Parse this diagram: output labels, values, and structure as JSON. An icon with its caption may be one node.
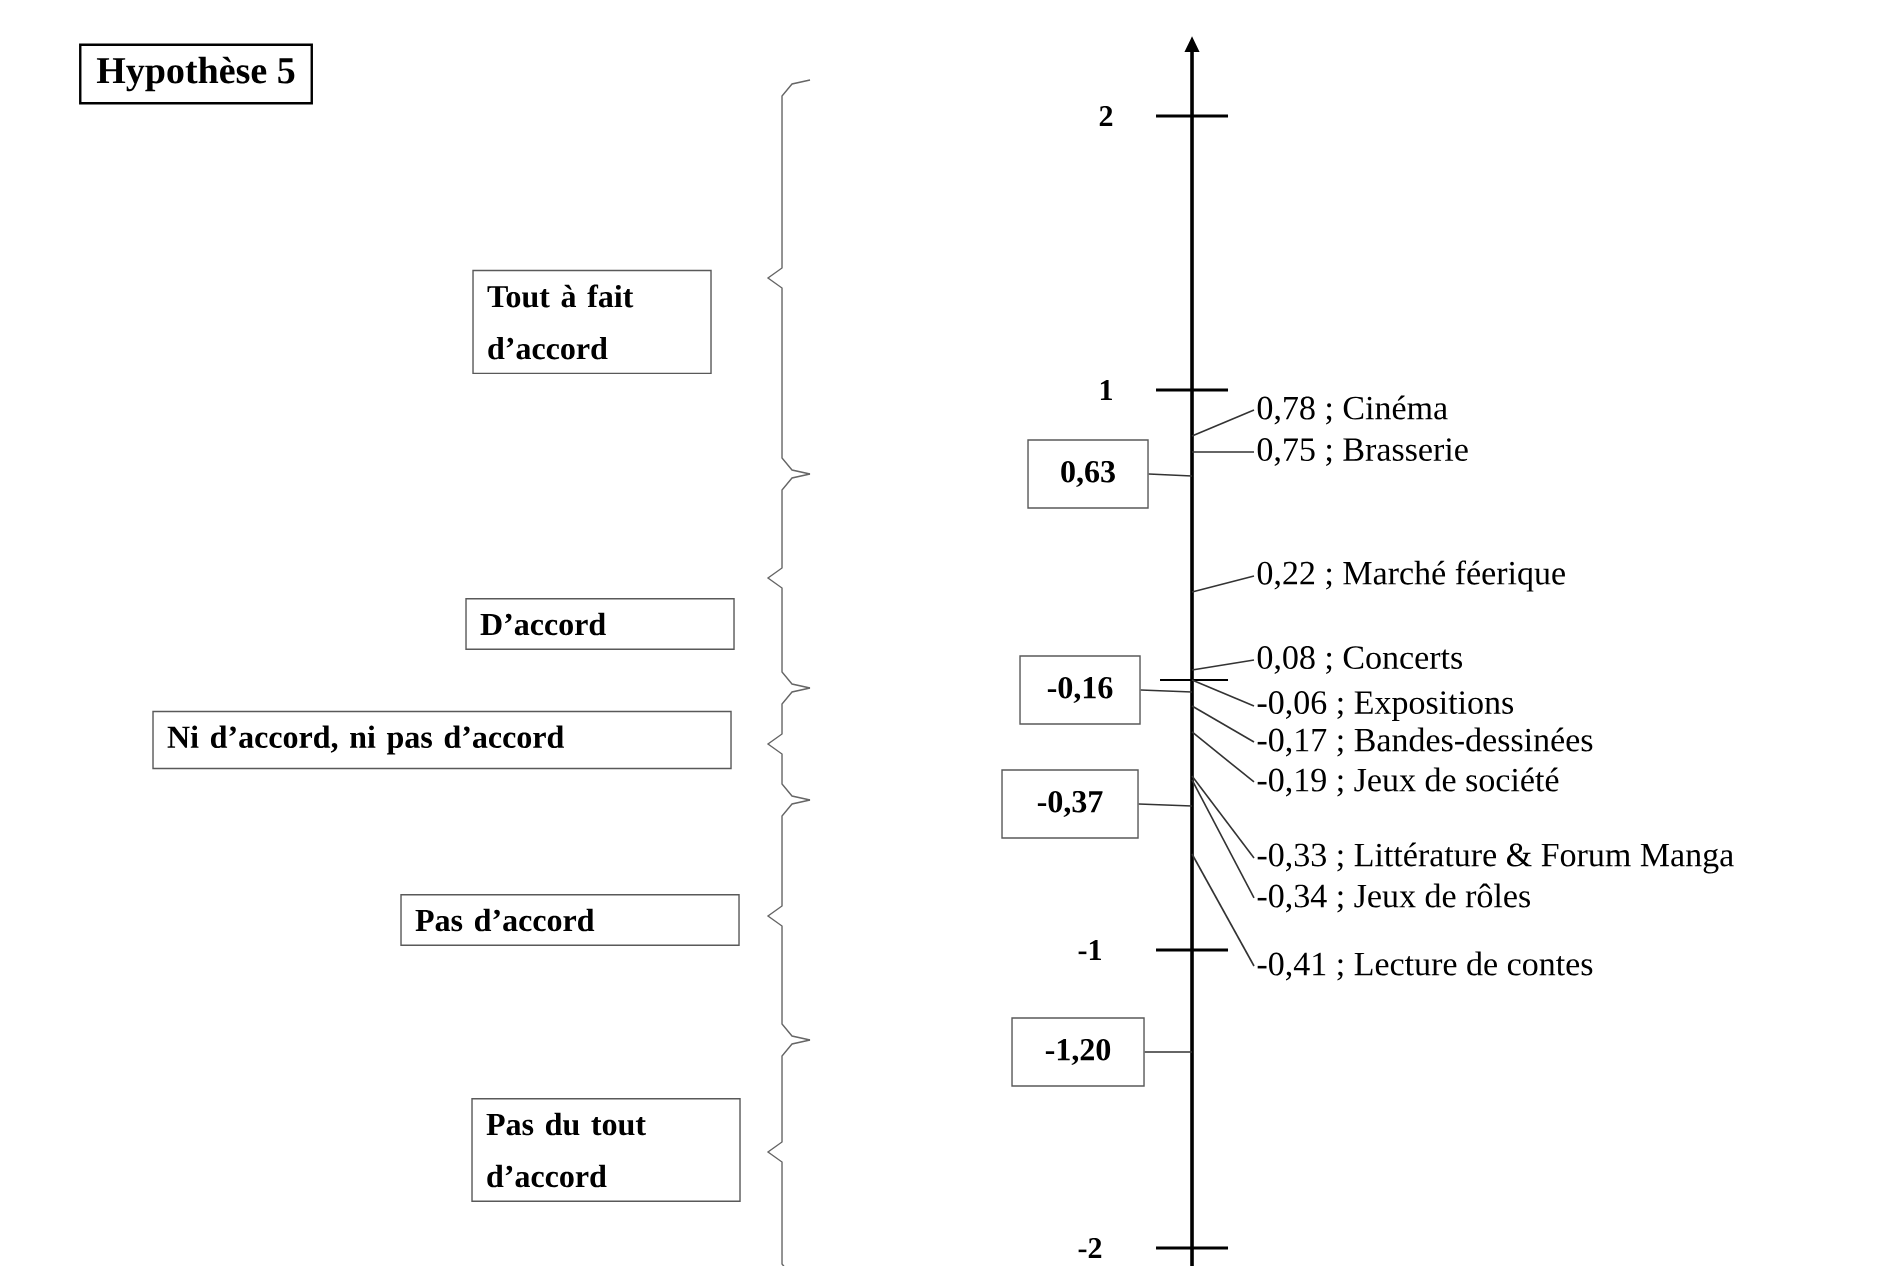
{
  "diagram": {
    "title": "Hypothèse 5",
    "nodes": [
      {
        "text": [
          "Tout à fait d’accord"
        ]
      },
      {
        "text": [
          "D’accord"
        ]
      },
      {
        "text": [
          "Ni d’accord, ni pas d’accord"
        ]
      },
      {
        "text": [
          "Pas d’accord"
        ]
      },
      {
        "text": [
          "Pas du tout d’accord"
        ]
      },
      {
        "text": [
          "0,63"
        ]
      },
      {
        "text": [
          "-0,16"
        ]
      },
      {
        "text": [
          "-0,37"
        ]
      },
      {
        "text": [
          "-1,20"
        ]
      },
      {
        "text": [
          "0,78 ; Cinéma"
        ]
      },
      {
        "text": [
          "0,75 ; Brasserie"
        ]
      },
      {
        "text": [
          "0,22 ; Marché féerique"
        ]
      },
      {
        "text": [
          "0,08 ; Concerts"
        ]
      },
      {
        "text": [
          "-0,06 ; Expositions"
        ]
      },
      {
        "text": [
          "-0,17 ; Bandes-dessinées"
        ]
      },
      {
        "text": [
          "-0,19 ; Jeux de société"
        ]
      },
      {
        "text": [
          "-0,33 ; Littérature & Forum Manga"
        ]
      },
      {
        "text": [
          "-0,34 ; Jeux de rôles"
        ]
      },
      {
        "text": [
          "-0,41 ; Lecture de contes"
        ]
      }
    ],
    "edges": [
      {
        "from": 5,
        "to": null,
        "arrow": "none"
      },
      {
        "from": 6,
        "to": null,
        "arrow": "none"
      },
      {
        "from": 7,
        "to": null,
        "arrow": "none"
      },
      {
        "from": 8,
        "to": null,
        "arrow": "none"
      },
      {
        "from": 9,
        "to": null,
        "arrow": "none"
      },
      {
        "from": 10,
        "to": null,
        "arrow": "none"
      },
      {
        "from": 11,
        "to": null,
        "arrow": "none"
      },
      {
        "from": 12,
        "to": null,
        "arrow": "none"
      },
      {
        "from": 13,
        "to": null,
        "arrow": "none"
      },
      {
        "from": 14,
        "to": null,
        "arrow": "none"
      },
      {
        "from": 15,
        "to": null,
        "arrow": "none"
      },
      {
        "from": 16,
        "to": null,
        "arrow": "none"
      },
      {
        "from": 17,
        "to": null,
        "arrow": "none"
      },
      {
        "from": 18,
        "to": null,
        "arrow": "none"
      }
    ],
    "labels": [
      "2",
      "1",
      "-1",
      "-2"
    ]
  }
}
